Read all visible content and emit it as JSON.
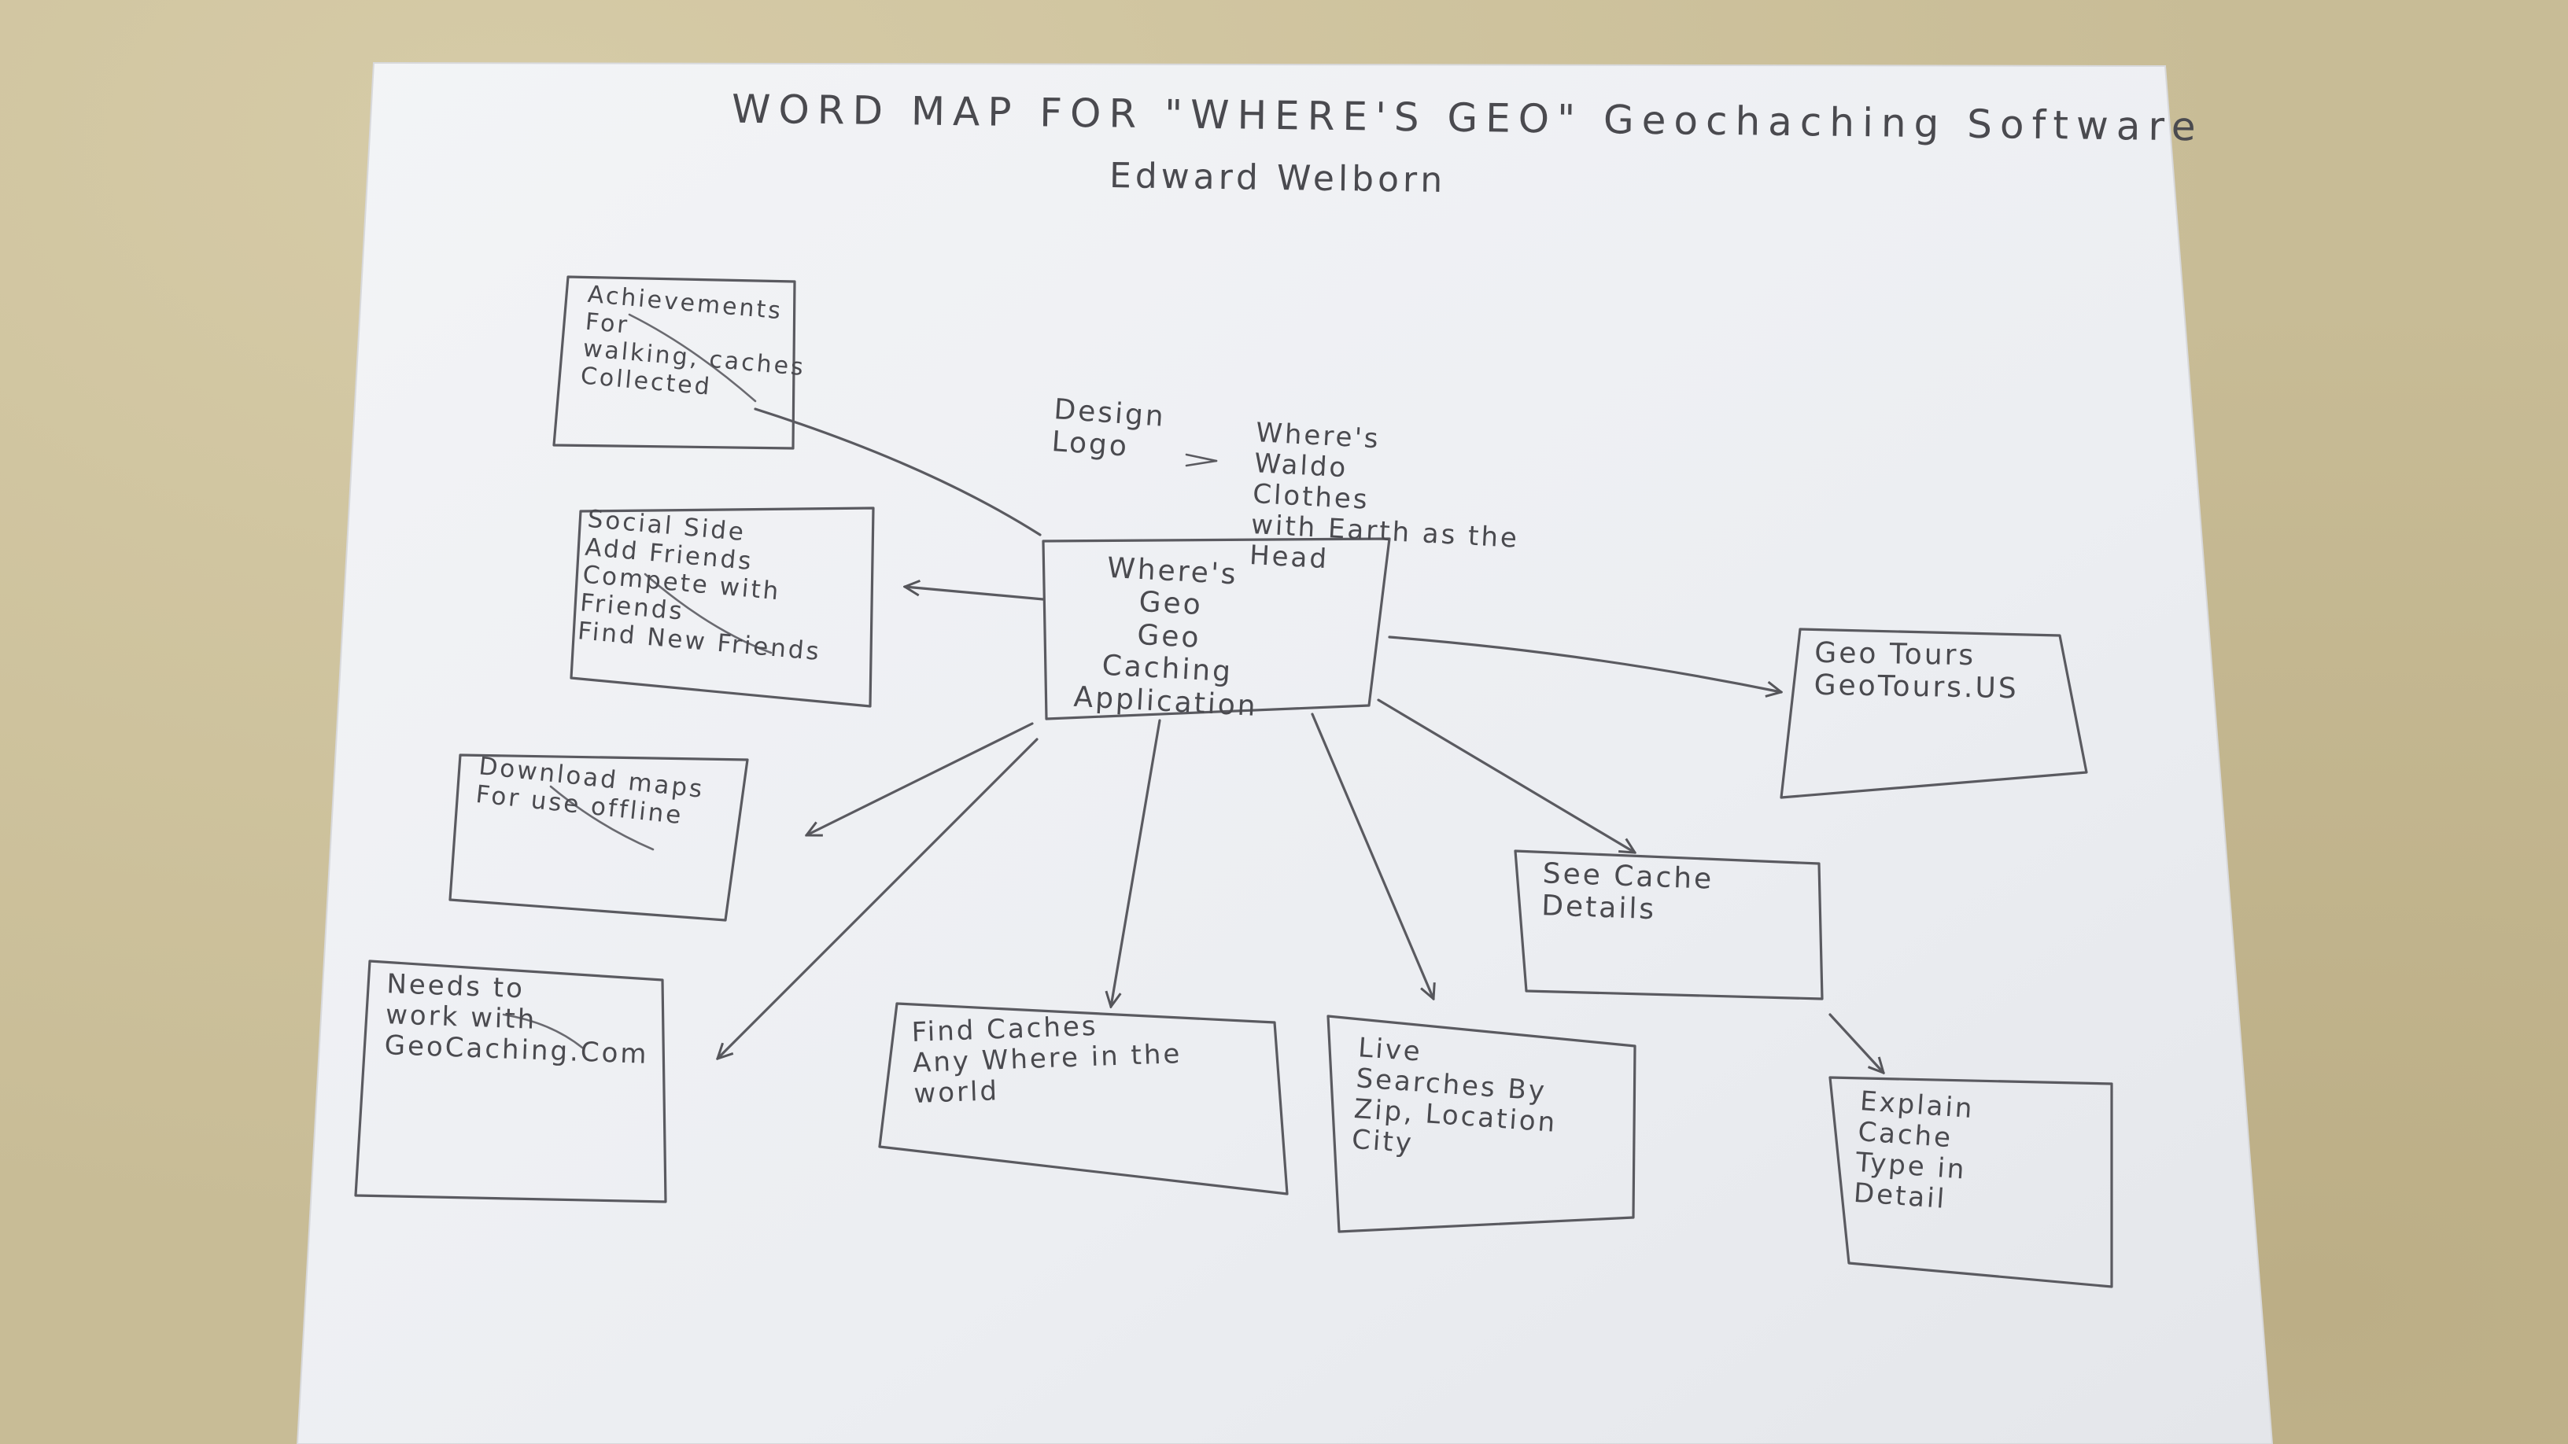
{
  "diagram": {
    "title": "WORD MAP FOR \"WHERE'S GEO\" Geochaching Software",
    "author": "Edward Welborn",
    "center": "Where's\nGeo\nGeo Caching\nApplication",
    "design_note": {
      "left": "Design\nLogo",
      "arrow": "=>",
      "right": "Where's\nWaldo\nClothes\nwith Earth as the\nHead"
    },
    "nodes": {
      "achievements": "Achievements\nFor\nwalking, caches\nCollected",
      "social": "Social Side\nAdd Friends\nCompete with\nFriends\nFind New Friends",
      "download": "Download maps\nFor use offline",
      "geocaching": "Needs to\nwork with\nGeoCaching.Com",
      "find": "Find Caches\nAny Where in the\nworld",
      "live": "Live\nSearches By\nZip, Location\nCity",
      "details": "See Cache\nDetails",
      "tours": "Geo Tours\nGeoTours.US",
      "explain": "Explain\nCache\nType in\nDetail"
    }
  }
}
